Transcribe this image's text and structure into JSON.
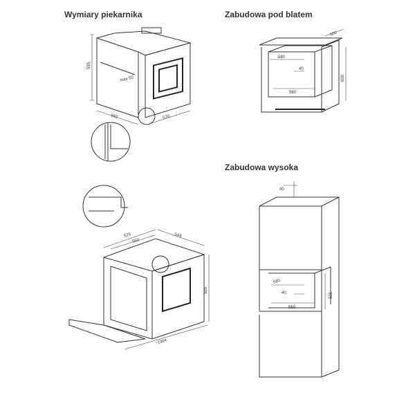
{
  "titles": {
    "oven_dimensions": "Wymiary piekarnika",
    "under_counter": "Zabudowa pod blatem",
    "tall_cabinet": "Zabudowa wysoka"
  },
  "oven": {
    "height": "595",
    "max_gap": "max 50",
    "width": "592",
    "depth": "570"
  },
  "oven_open": {
    "width": "575",
    "inner": "560",
    "depth": "544",
    "height": "595",
    "open_depth": "~1004"
  },
  "under_counter": {
    "width": "600",
    "depth": "580",
    "gap": "40",
    "niche_width": "560",
    "height": "600"
  },
  "tall": {
    "top_gap": "40",
    "depth": "580",
    "gap": "40",
    "niche_width": "560",
    "height": "595"
  }
}
